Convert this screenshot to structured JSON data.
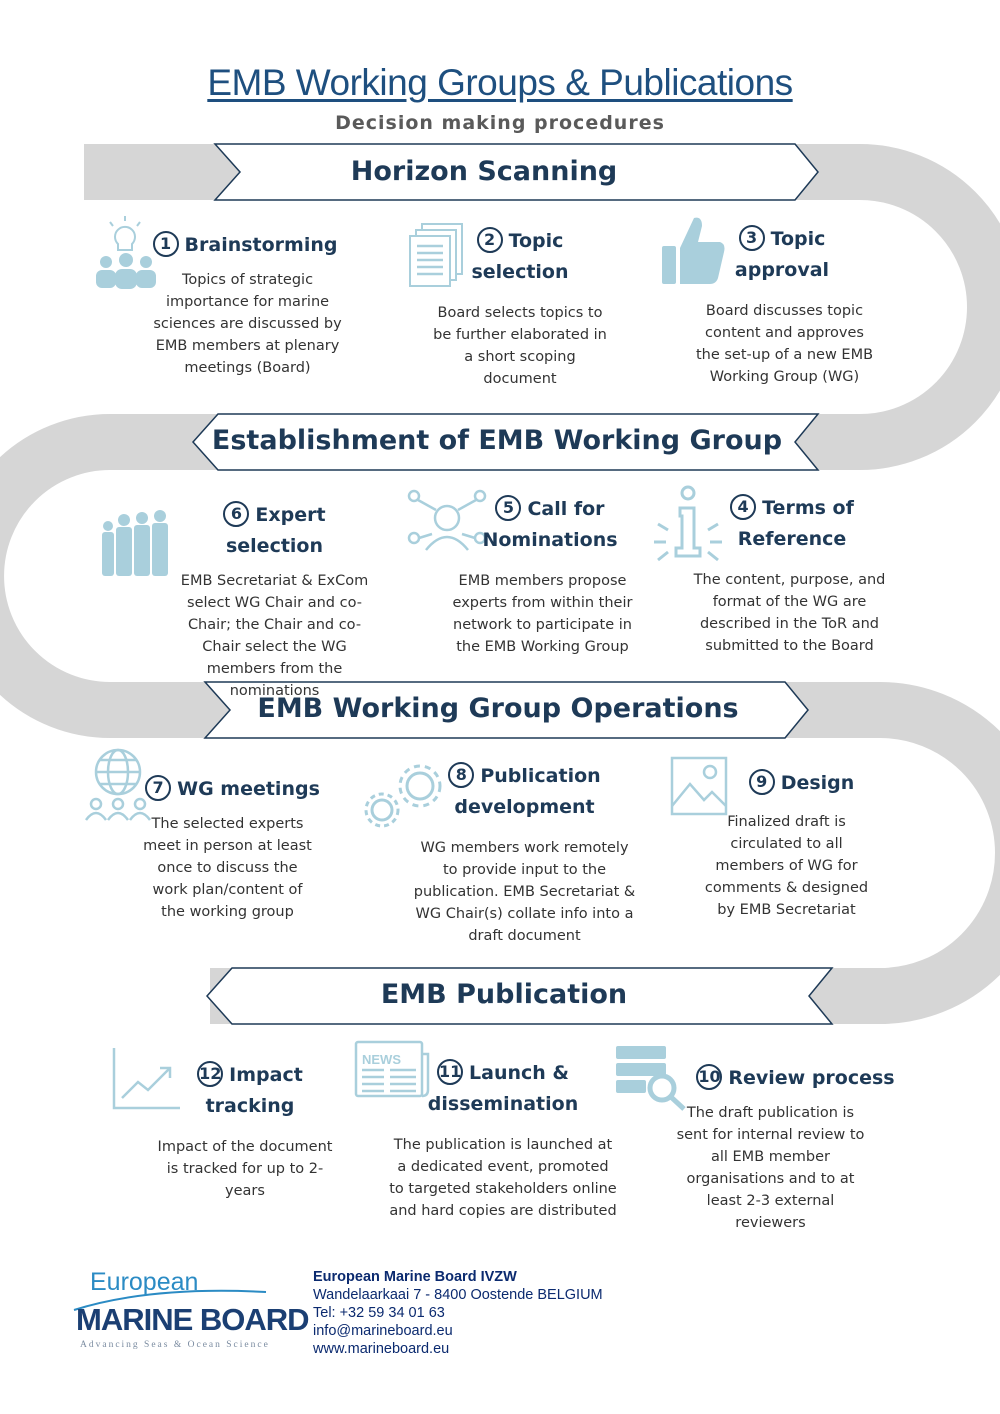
{
  "header": {
    "title": "EMB Working Groups & Publications",
    "subtitle": "Decision making procedures"
  },
  "phases": [
    {
      "label": "Horizon Scanning"
    },
    {
      "label": "Establishment of EMB Working Group"
    },
    {
      "label": "EMB Working Group Operations"
    },
    {
      "label": "EMB Publication"
    }
  ],
  "steps": [
    {
      "num": "1",
      "title": "Brainstorming",
      "desc": "Topics of strategic importance for marine sciences are discussed by EMB members at plenary meetings (Board)",
      "icon": "brainstorming-icon"
    },
    {
      "num": "2",
      "title": "Topic selection",
      "desc": "Board selects topics to be further elaborated in a short scoping document",
      "icon": "documents-icon"
    },
    {
      "num": "3",
      "title": "Topic approval",
      "desc": "Board discusses topic content and approves the set-up of a new EMB Working Group (WG)",
      "icon": "thumbs-up-icon"
    },
    {
      "num": "4",
      "title": "Terms of Reference",
      "desc": "The content, purpose, and format of the WG are described in the ToR and submitted to the Board",
      "icon": "info-icon"
    },
    {
      "num": "5",
      "title": "Call for Nominations",
      "desc": "EMB members propose experts from within their network to participate in the EMB Working Group",
      "icon": "network-person-icon"
    },
    {
      "num": "6",
      "title": "Expert selection",
      "desc": "EMB Secretariat & ExCom select WG Chair and co-Chair; the Chair and co-Chair select the WG members from the nominations",
      "icon": "people-silhouette-icon"
    },
    {
      "num": "7",
      "title": "WG meetings",
      "desc": "The selected experts meet in person at least once to discuss the work plan/content of the working group",
      "icon": "globe-people-icon"
    },
    {
      "num": "8",
      "title": "Publication development",
      "desc": "WG members work remotely to provide input to the publication. EMB Secretariat & WG Chair(s) collate info into a draft document",
      "icon": "gears-icon"
    },
    {
      "num": "9",
      "title": "Design",
      "desc": "Finalized draft is circulated to all members of WG for comments & designed by EMB Secretariat",
      "icon": "image-icon"
    },
    {
      "num": "10",
      "title": "Review process",
      "desc": "The draft publication is sent for internal review to all EMB member organisations and to at least 2-3 external reviewers",
      "icon": "database-search-icon"
    },
    {
      "num": "11",
      "title": "Launch & dissemination",
      "desc": "The publication is launched at a dedicated event, promoted to targeted stakeholders online and hard copies are distributed",
      "icon": "newspaper-icon"
    },
    {
      "num": "12",
      "title": "Impact tracking",
      "desc": "Impact of the document is tracked for up to 2-years",
      "icon": "trend-chart-icon"
    }
  ],
  "icon_text": {
    "news": "NEWS"
  },
  "logo": {
    "line1": "European",
    "line2": "MARINE BOARD",
    "tagline": "Advancing Seas & Ocean Science"
  },
  "contact": {
    "org": "European Marine Board IVZW",
    "address": "Wandelaarkaai 7 - 8400 Oostende BELGIUM",
    "tel": "Tel: +32 59 34 01 63",
    "email": "info@marineboard.eu",
    "web": "www.marineboard.eu"
  },
  "colors": {
    "track": "#d6d6d6",
    "icon": "#a9cfdc",
    "text": "#1e3a57",
    "accent": "#1e4f7f"
  }
}
